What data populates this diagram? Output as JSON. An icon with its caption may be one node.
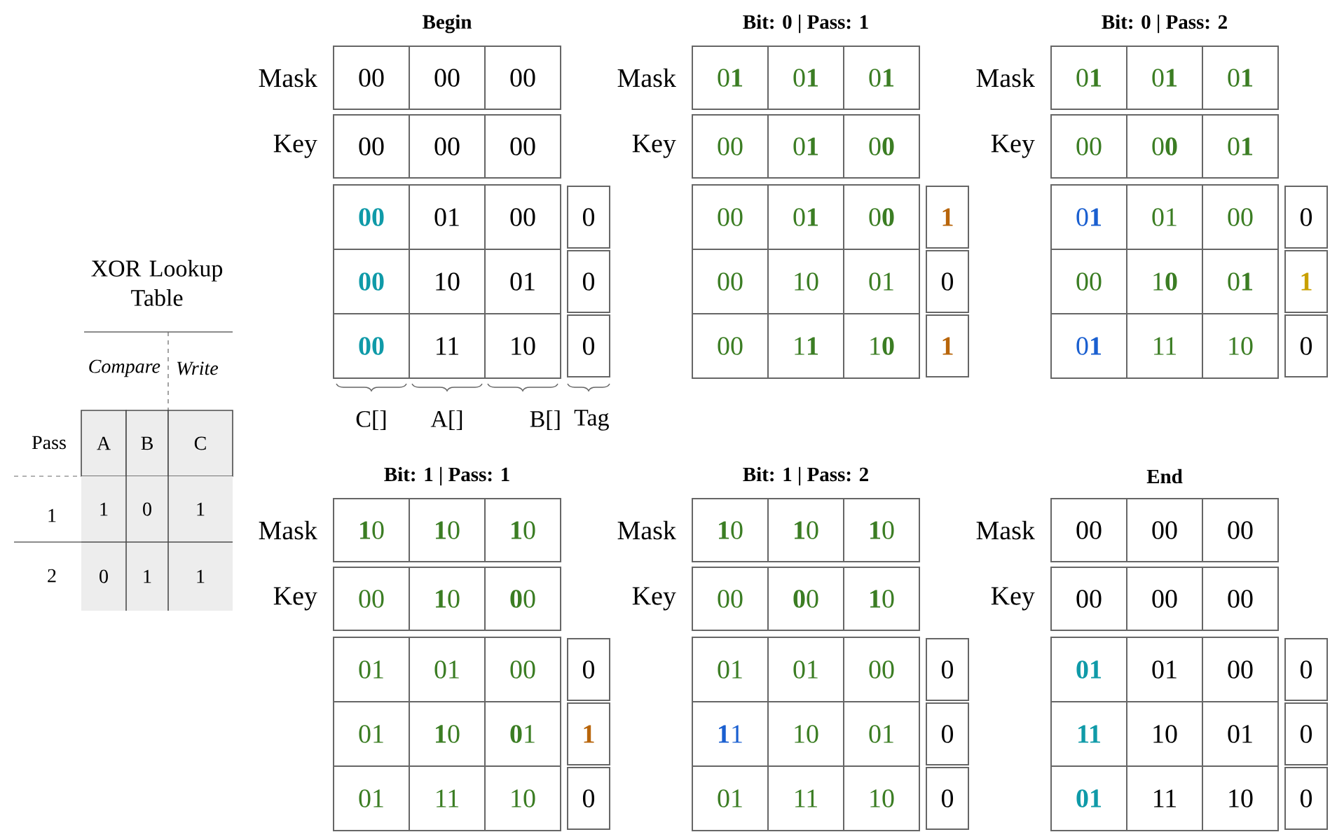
{
  "diagram": {
    "labels": [
      "Begin",
      "Mask",
      "00",
      "00",
      "00",
      "Key",
      "00",
      "00",
      "00",
      "00",
      "01",
      "00",
      "0",
      "00",
      "10",
      "01",
      "0",
      "00",
      "11",
      "10",
      "0",
      "Bit: 0 | Pass: 1",
      "Mask",
      "0**1**",
      "0**1**",
      "0**1**",
      "Key",
      "00",
      "0**1**",
      "0**0**",
      "00",
      "0**1**",
      "0**0**",
      "1",
      "00",
      "10",
      "01",
      "0",
      "00",
      "1**1**",
      "1**0**",
      "1",
      "Bit: 0 | Pass: 2",
      "Mask",
      "0**1**",
      "0**1**",
      "0**1**",
      "Key",
      "00",
      "0**0**",
      "0**1**",
      "0**1**",
      "01",
      "00",
      "0",
      "00",
      "1**0**",
      "0**1**",
      "1",
      "0**1**",
      "11",
      "10",
      "0",
      "C[]",
      "A[]",
      "B[]",
      "Tag",
      "XOR Lookup Table",
      "Compare",
      "Write",
      "Pass",
      "A",
      "B",
      "C",
      "1",
      "1",
      "0",
      "1",
      "2",
      "0",
      "1",
      "1",
      "Bit: 1 | Pass: 1",
      "Mask",
      "**1**0",
      "**1**0",
      "**1**0",
      "Key",
      "00",
      "**1**0",
      "**0**0",
      "01",
      "01",
      "00",
      "0",
      "01",
      "**1**0",
      "**0**1",
      "1",
      "01",
      "11",
      "10",
      "0",
      "Bit: 1 | Pass: 2",
      "Mask",
      "**1**0",
      "**1**0",
      "**1**0",
      "Key",
      "00",
      "**0**0",
      "**1**0",
      "01",
      "01",
      "00",
      "0",
      "**1**1",
      "10",
      "01",
      "0",
      "01",
      "11",
      "10",
      "0",
      "End",
      "Mask",
      "00",
      "00",
      "00",
      "Key",
      "00",
      "00",
      "00",
      "01",
      "01",
      "00",
      "0",
      "11",
      "10",
      "01",
      "0",
      "01",
      "11",
      "10",
      "0"
    ]
  }
}
